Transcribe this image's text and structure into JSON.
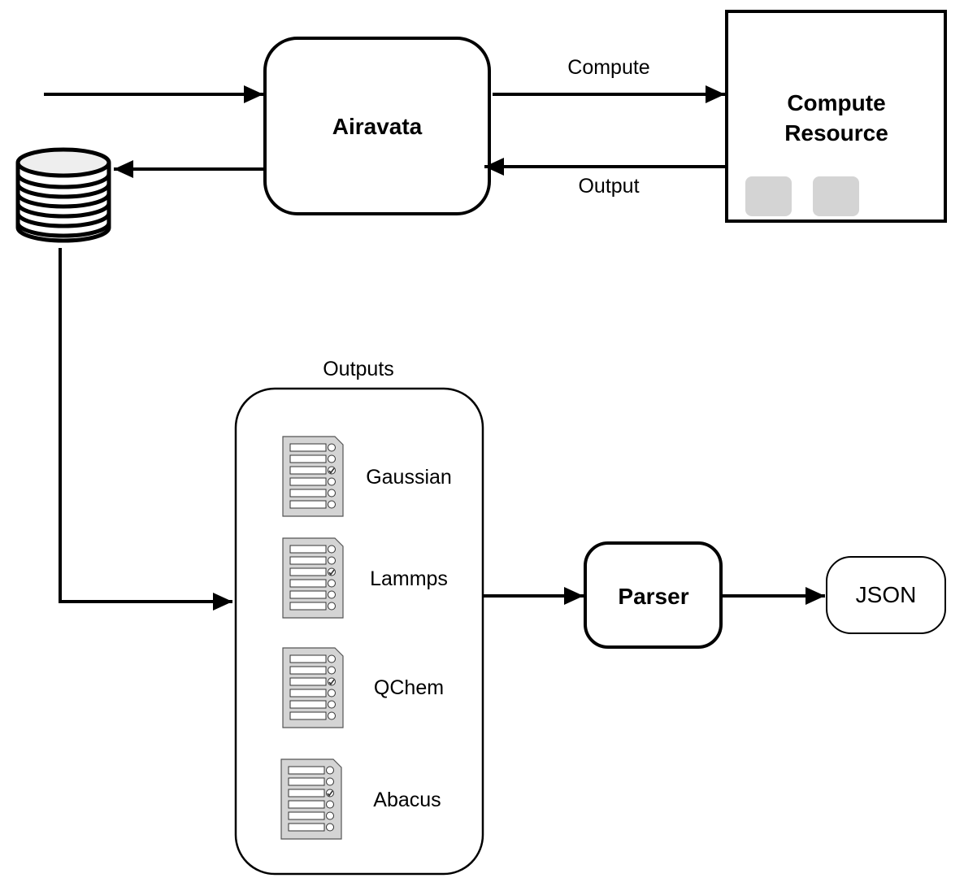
{
  "diagram": {
    "nodes": {
      "airavata": {
        "label": "Airavata"
      },
      "compute_resource": {
        "label_line1": "Compute",
        "label_line2": "Resource"
      },
      "database": {
        "label": ""
      },
      "outputs_group": {
        "label": "Outputs"
      },
      "parser": {
        "label": "Parser"
      },
      "json": {
        "label": "JSON"
      }
    },
    "output_files": [
      {
        "name": "Gaussian"
      },
      {
        "name": "Lammps"
      },
      {
        "name": "QChem"
      },
      {
        "name": "Abacus"
      }
    ],
    "edges": {
      "input_to_airavata": {
        "label": ""
      },
      "airavata_to_compute": {
        "label": "Compute"
      },
      "compute_to_airavata": {
        "label": "Output"
      },
      "airavata_to_database": {
        "label": ""
      },
      "database_to_outputs": {
        "label": ""
      },
      "outputs_to_parser": {
        "label": ""
      },
      "parser_to_json": {
        "label": ""
      }
    },
    "colors": {
      "stroke": "#000000",
      "file_fill": "#d4d4d4",
      "core_fill": "#d4d4d4",
      "db_top_fill": "#eeeeee"
    }
  }
}
